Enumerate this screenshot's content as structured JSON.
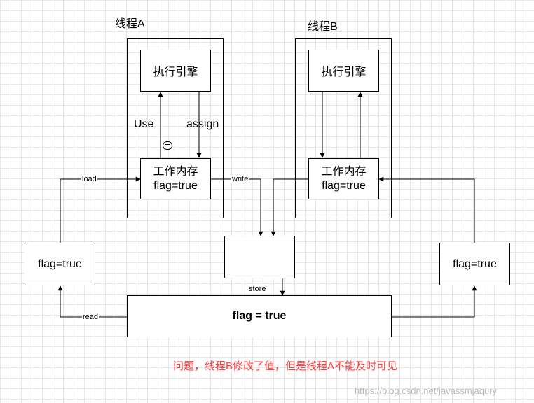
{
  "thread_a": {
    "title": "线程A",
    "engine": "执行引擎",
    "memory_line1": "工作内存",
    "memory_line2": "flag=true",
    "use_label": "Use",
    "assign_label": "assign"
  },
  "thread_b": {
    "title": "线程B",
    "engine": "执行引擎",
    "memory_line1": "工作内存",
    "memory_line2": "flag=true"
  },
  "left_box": "flag=true",
  "right_box": "flag=true",
  "main_memory": "flag = true",
  "edges": {
    "load": "load",
    "write": "write",
    "store": "store",
    "read": "read"
  },
  "note": "问题，线程B修改了值，但是线程A不能及时可见",
  "watermark": "https://blog.csdn.net/javassmjaqury"
}
